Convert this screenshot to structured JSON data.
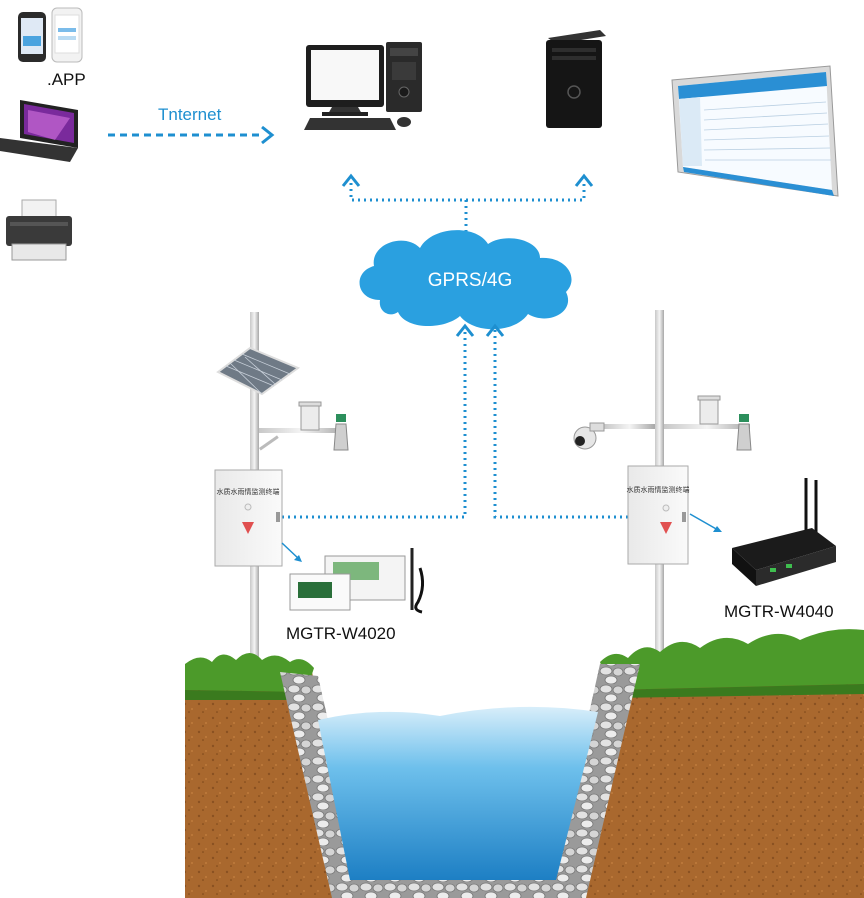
{
  "labels": {
    "app": ".APP",
    "internet": "Tnternet",
    "network": "GPRS/4G",
    "device_left": "MGTR-W4020",
    "device_right": "MGTR-W4040"
  },
  "colors": {
    "link_blue": "#1e8fd0",
    "cloud_blue": "#2aa0e0",
    "soil_brown": "#a9682e",
    "grass_green": "#4c9a2a",
    "water_blue": "#5db4e6"
  },
  "icons": [
    "smartphone-icon",
    "laptop-icon",
    "printer-icon",
    "desktop-computer-icon",
    "server-tower-icon",
    "monitoring-screen-icon",
    "solar-panel-icon",
    "ptz-camera-icon",
    "radar-level-sensor-icon",
    "rain-gauge-icon"
  ]
}
